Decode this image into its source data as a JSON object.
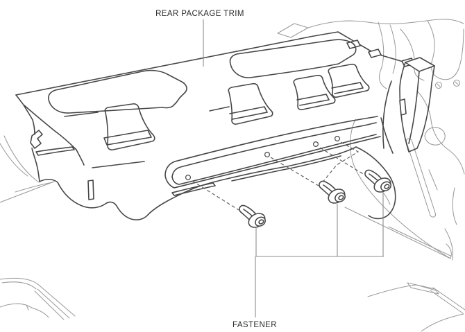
{
  "diagram": {
    "part_label": "REAR PACKAGE TRIM",
    "fastener_label": "FASTENER",
    "fastener_count": 3,
    "mounting_hole_count": 4,
    "colors": {
      "background": "#ffffff",
      "panel_line": "#474747",
      "context_line": "#9a9a9a",
      "dash_line": "#606060",
      "leader_line": "#8c8c8c",
      "label_text": "#2a2a2a"
    }
  }
}
